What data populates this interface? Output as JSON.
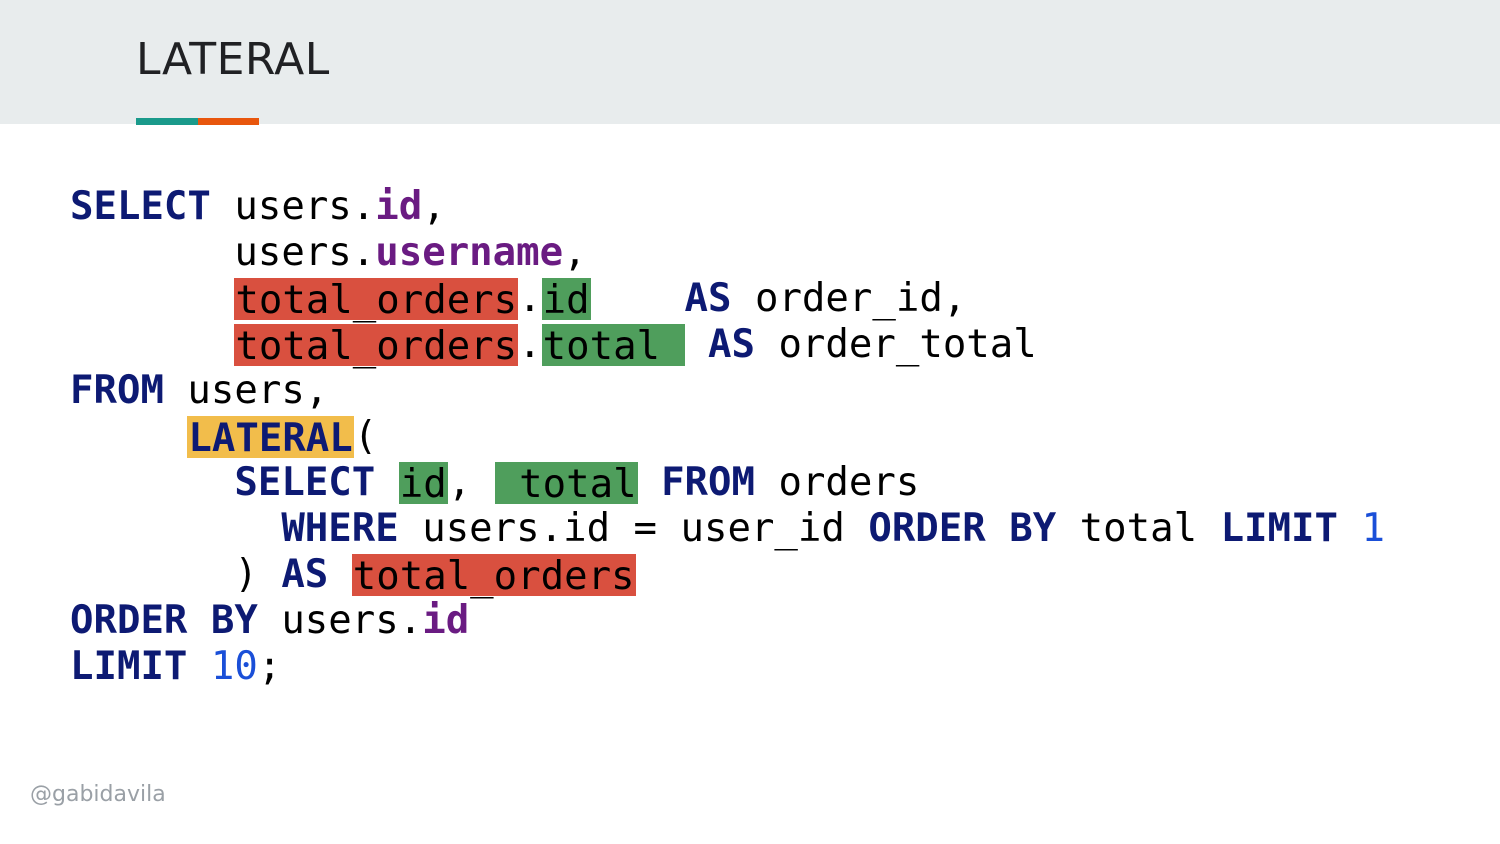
{
  "slide": {
    "title": "LATERAL",
    "footer": "@gabidavila",
    "accent_colors": {
      "teal": "#1a9a8b",
      "orange": "#e8560d"
    }
  },
  "code": {
    "kw_select": "SELECT",
    "kw_from": "FROM",
    "kw_as": "AS",
    "kw_lateral": "LATERAL",
    "kw_where": "WHERE",
    "kw_order_by": "ORDER BY",
    "kw_limit": "LIMIT",
    "users": "users",
    "dot": ".",
    "id": "id",
    "username": "username",
    "total": "total",
    "total_orders": "total_orders",
    "order_id": "order_id",
    "order_total": "order_total",
    "orders": "orders",
    "where_condition": "users.id = user_id",
    "limit_inner": "1",
    "limit_outer": "10"
  },
  "highlight_colors": {
    "red": "#d9503f",
    "green": "#4f9e5c",
    "yellow": "#f2bd4b"
  }
}
